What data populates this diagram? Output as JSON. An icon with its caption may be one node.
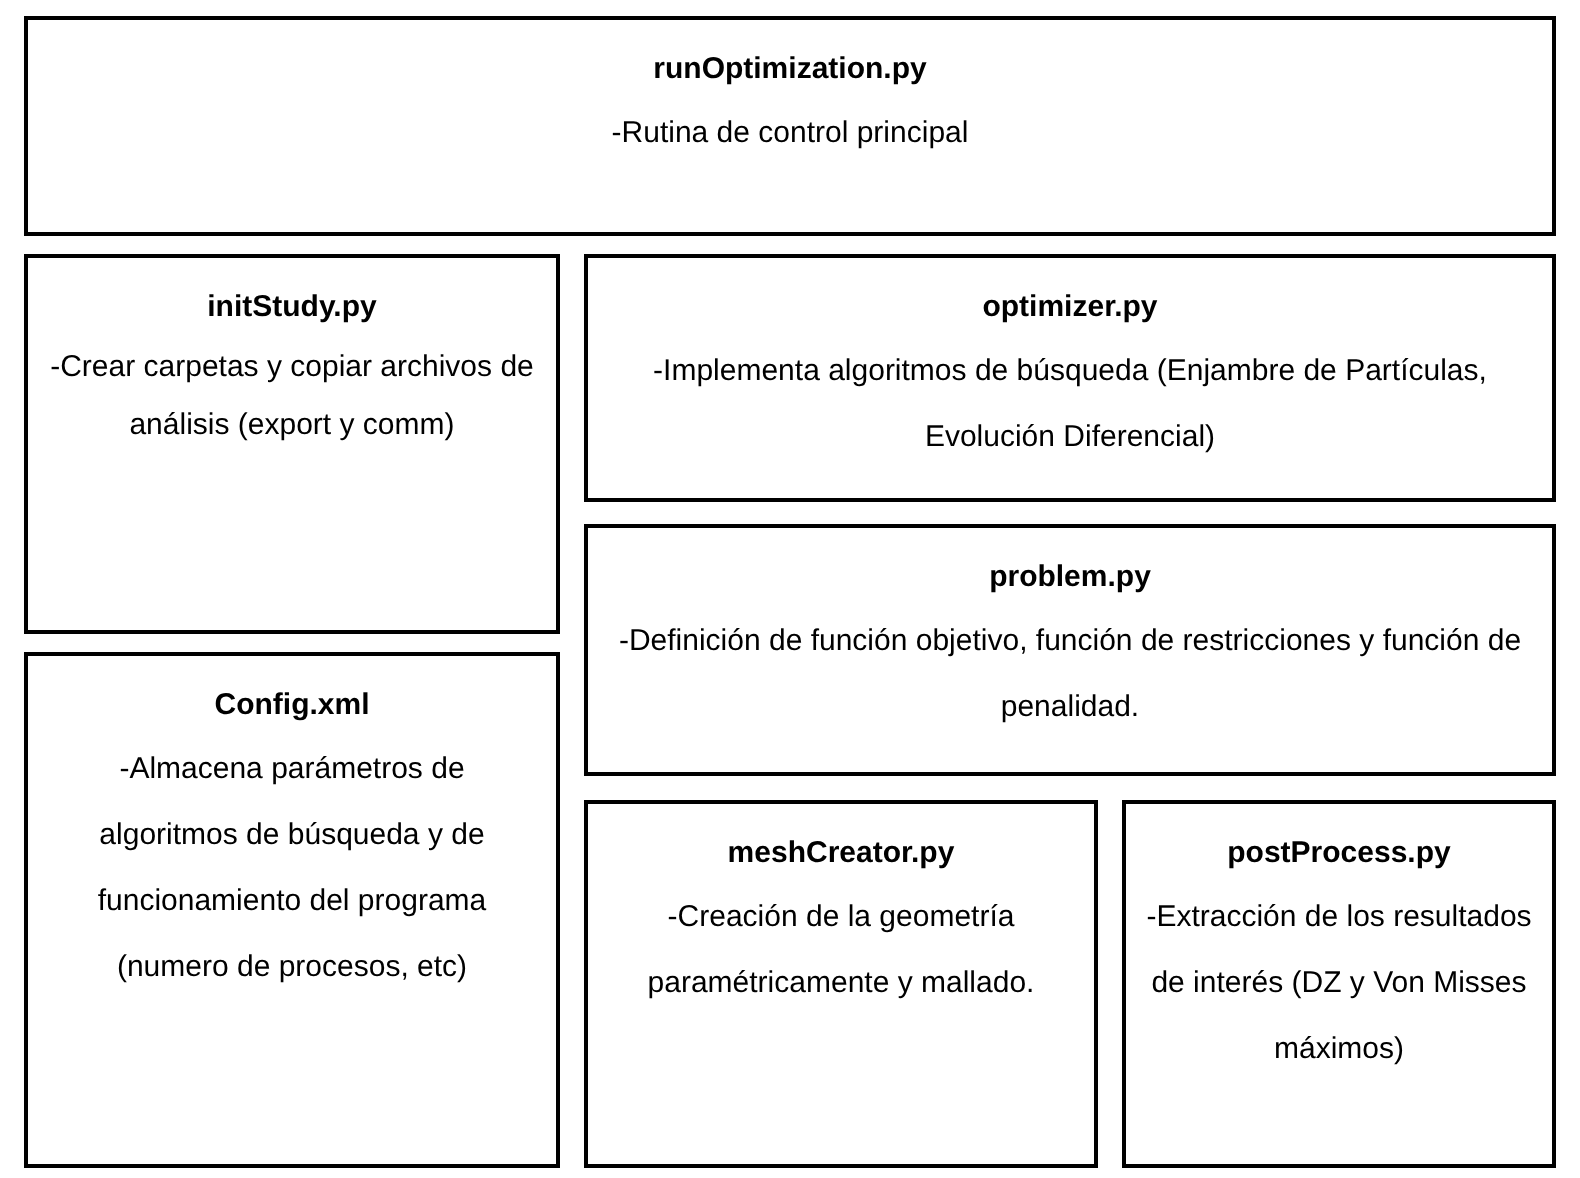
{
  "diagram": {
    "nodes": [
      {
        "text": [
          "runOptimization.py",
          "-Rutina de control principal"
        ]
      },
      {
        "text": [
          "initStudy.py",
          "-Crear carpetas y copiar archivos de análisis (export y comm)"
        ]
      },
      {
        "text": [
          "optimizer.py",
          "-Implementa algoritmos de búsqueda (Enjambre de Partículas, Evolución Diferencial)"
        ]
      },
      {
        "text": [
          "problem.py",
          "-Definición de función objetivo, función de restricciones y función de penalidad."
        ]
      },
      {
        "text": [
          "Config.xml",
          "-Almacena parámetros de algoritmos de búsqueda y de funcionamiento del programa (numero de procesos, etc)"
        ]
      },
      {
        "text": [
          "meshCreator.py",
          "-Creación de la geometría paramétricamente y mallado."
        ]
      },
      {
        "text": [
          "postProcess.py",
          "-Extracción de los resultados de interés (DZ y Von Misses máximos)"
        ]
      }
    ]
  }
}
